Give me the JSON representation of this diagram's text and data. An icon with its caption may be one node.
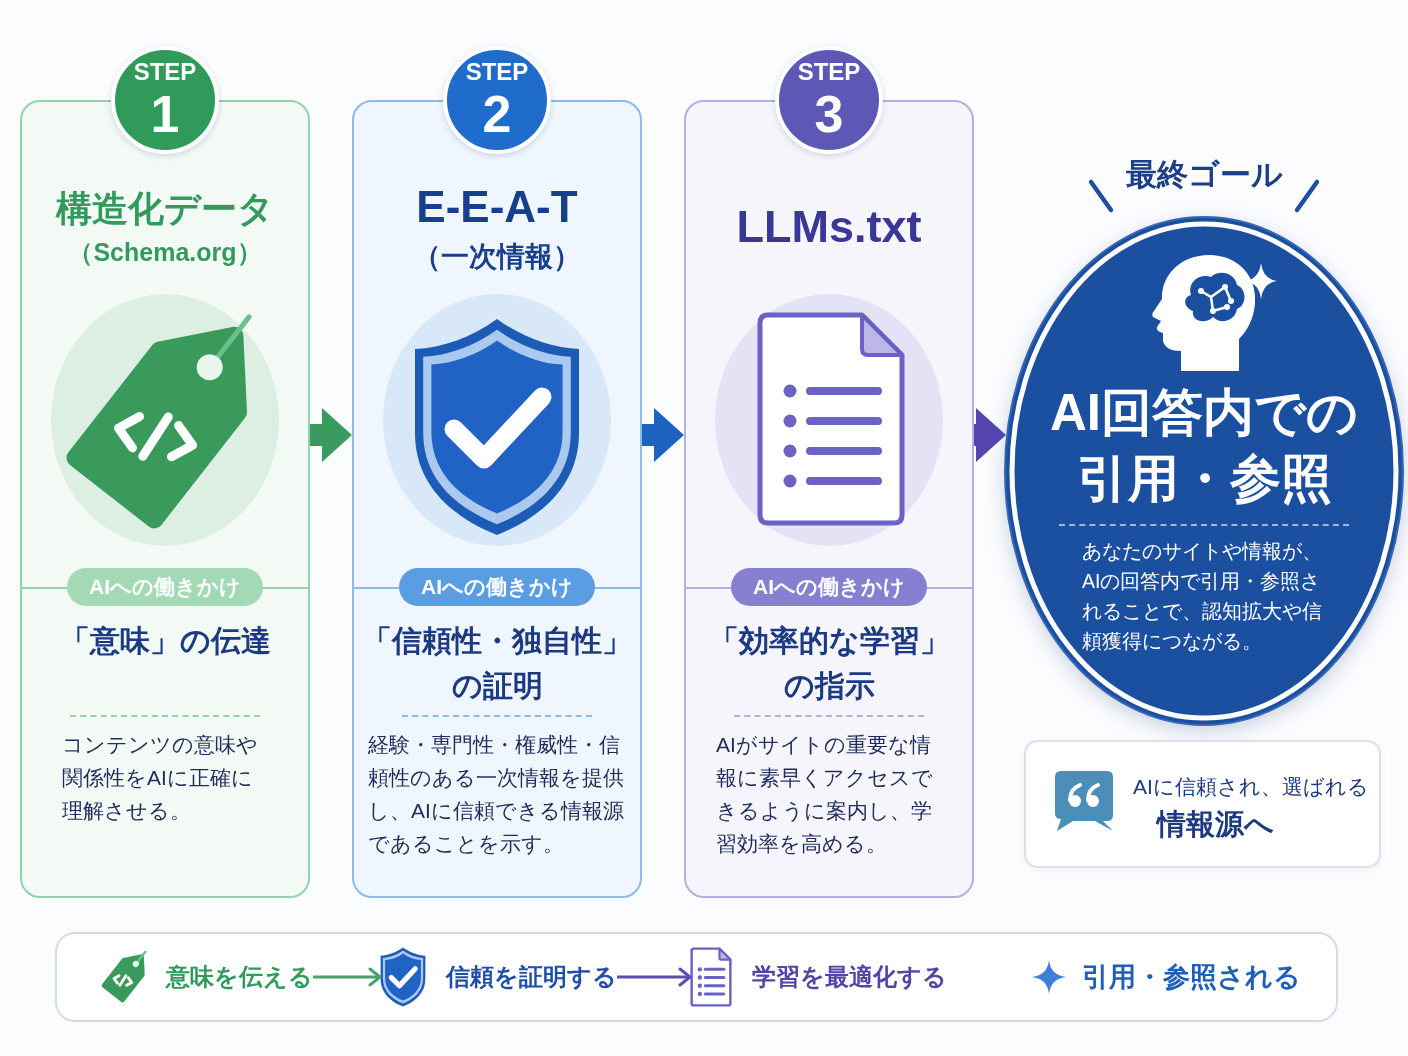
{
  "diagram": {
    "nodes": [
      {
        "text": [
          "構造化データ",
          "（Schema.org）",
          "「意味」の伝達",
          "コンテンツの意味や関係性をAIに正確に理解させる。"
        ]
      },
      {
        "text": [
          "STEP",
          "1"
        ]
      },
      {
        "text": [
          "AIへの働きかけ"
        ],
        "in": 0
      },
      {
        "text": [
          "E-E-A-T",
          "（一次情報）",
          "「信頼性・独自性」の証明",
          "経験・専門性・権威性・信頼性のある一次情報を提供し、AIに信頼できる情報源であることを示す。"
        ]
      },
      {
        "text": [
          "STEP",
          "2"
        ]
      },
      {
        "text": [
          "AIへの働きかけ"
        ],
        "in": 3
      },
      {
        "text": [
          "LLMs.txt",
          "「効率的な学習」の指示",
          "AIがサイトの重要な情報に素早くアクセスできるように案内し、学習効率を高める。"
        ]
      },
      {
        "text": [
          "STEP",
          "3"
        ]
      },
      {
        "text": [
          "AIへの働きかけ"
        ],
        "in": 6
      },
      {
        "text": [
          "最終ゴール",
          "AI回答内での引用・参照",
          "あなたのサイトや情報が、AIの回答内で引用・参照されることで、認知拡大や信頼獲得につながる。"
        ]
      },
      {
        "text": [
          "AIに信頼され、選ばれる",
          "情報源へ"
        ]
      },
      {
        "text": [],
        "shape": "box"
      },
      {
        "text": [
          "意味を伝える"
        ],
        "in": 11
      },
      {
        "text": [
          "信頼を証明する"
        ],
        "in": 11
      },
      {
        "text": [
          "学習を最適化する"
        ],
        "in": 11
      },
      {
        "text": [
          "引用・参照される"
        ],
        "in": 11
      }
    ],
    "edges": [
      {
        "from": 0,
        "to": 3,
        "arrow": "to",
        "color": "#3a9b5f"
      },
      {
        "from": 3,
        "to": 6,
        "arrow": "to",
        "color": "#1f63c0"
      },
      {
        "from": 6,
        "to": 9,
        "arrow": "to",
        "color": "#5546ae"
      },
      {
        "from": 12,
        "to": 13,
        "arrow": "to",
        "color": "#4aa06a"
      },
      {
        "from": 13,
        "to": 14,
        "arrow": "to",
        "color": "#5a4fb0"
      }
    ]
  }
}
